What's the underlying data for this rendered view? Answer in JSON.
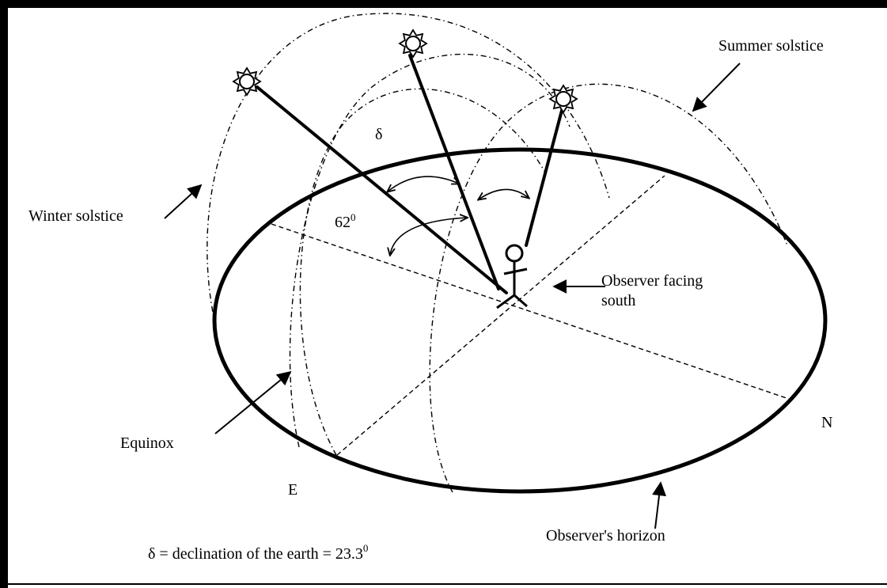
{
  "labels": {
    "summer_solstice": "Summer solstice",
    "winter_solstice": "Winter solstice",
    "equinox": "Equinox",
    "observer_line1": "Observer facing",
    "observer_line2": "south",
    "observers_horizon": "Observer's horizon",
    "north": "N",
    "east": "E",
    "delta": "δ",
    "angle_value": "62",
    "angle_unit": "0",
    "footnote_main": "δ = declination of the earth = 23.3",
    "footnote_sup": "0"
  },
  "colors": {
    "ink": "#000000",
    "background": "#ffffff"
  },
  "icons": [
    "sun-icon",
    "stick-figure-icon"
  ]
}
